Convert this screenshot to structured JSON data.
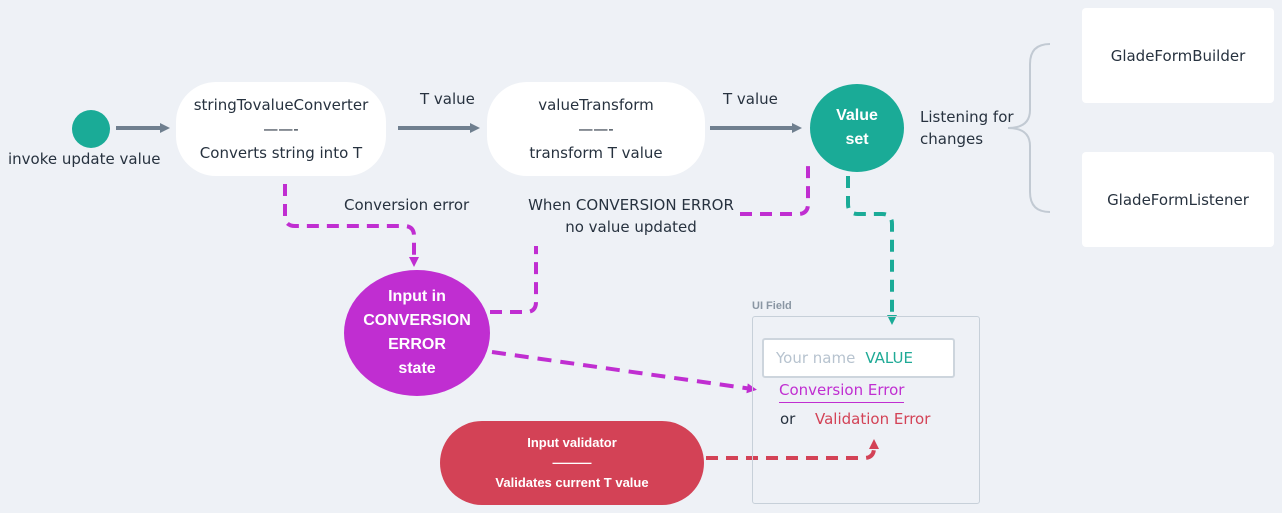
{
  "start": {
    "label": "invoke update value"
  },
  "converter": {
    "title": "stringTovalueConverter",
    "divider": "——-",
    "desc": "Converts string into T"
  },
  "transform": {
    "title": "valueTransform",
    "divider": "——-",
    "desc": "transform T value"
  },
  "edge_labels": {
    "t_value_1": "T value",
    "t_value_2": "T value",
    "conversion_error": "Conversion error",
    "when_conversion_error_line1": "When CONVERSION ERROR",
    "when_conversion_error_line2": "no value updated",
    "listening_line1": "Listening for",
    "listening_line2": "changes"
  },
  "value_set": {
    "line1": "Value",
    "line2": "set"
  },
  "conversion_state": {
    "line1": "Input in",
    "line2": "CONVERSION",
    "line3": "ERROR",
    "line4": "state"
  },
  "validator": {
    "title": "Input validator",
    "divider": "———",
    "desc": "Validates current T value"
  },
  "listeners": {
    "builder": "GladeFormBuilder",
    "listener": "GladeFormListener"
  },
  "ui_field": {
    "title": "UI Field",
    "placeholder": "Your name",
    "value": "VALUE",
    "conversion_error": "Conversion Error",
    "or": "or",
    "validation_error": "Validation Error"
  },
  "colors": {
    "background": "#eef1f6",
    "teal": "#1aab97",
    "purple": "#c02ed1",
    "red": "#d34256",
    "arrow_gray": "#6f7f8f"
  }
}
